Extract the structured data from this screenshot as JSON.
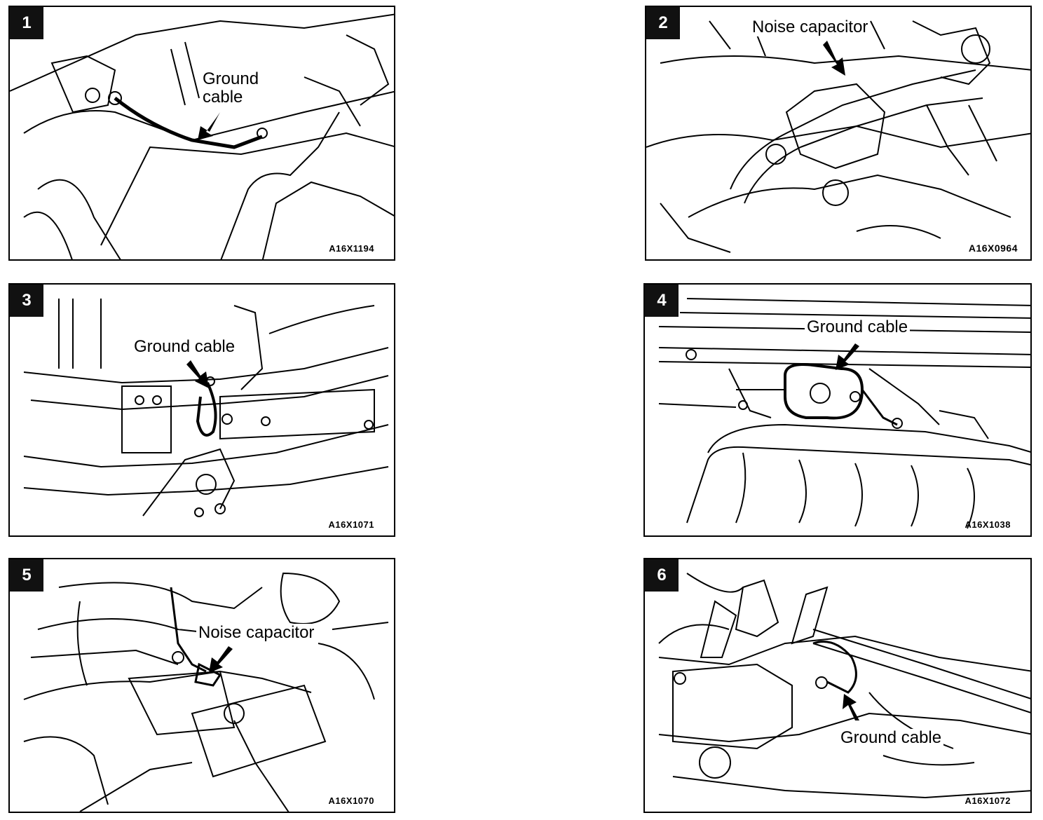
{
  "panels": [
    {
      "number": "1",
      "label": "Ground\ncable",
      "code": "A16X1194"
    },
    {
      "number": "2",
      "label": "Noise capacitor",
      "code": "A16X0964"
    },
    {
      "number": "3",
      "label": "Ground cable",
      "code": "A16X1071"
    },
    {
      "number": "4",
      "label": "Ground cable",
      "code": "A16X1038"
    },
    {
      "number": "5",
      "label": "Noise capacitor",
      "code": "A16X1070"
    },
    {
      "number": "6",
      "label": "Ground cable",
      "code": "A16X1072"
    }
  ],
  "icons": {
    "callout_arrow": "arrow-icon",
    "component_drawing": "engine-line-drawing"
  },
  "colors": {
    "ink": "#000000",
    "paper": "#ffffff",
    "badge": "#111111"
  }
}
